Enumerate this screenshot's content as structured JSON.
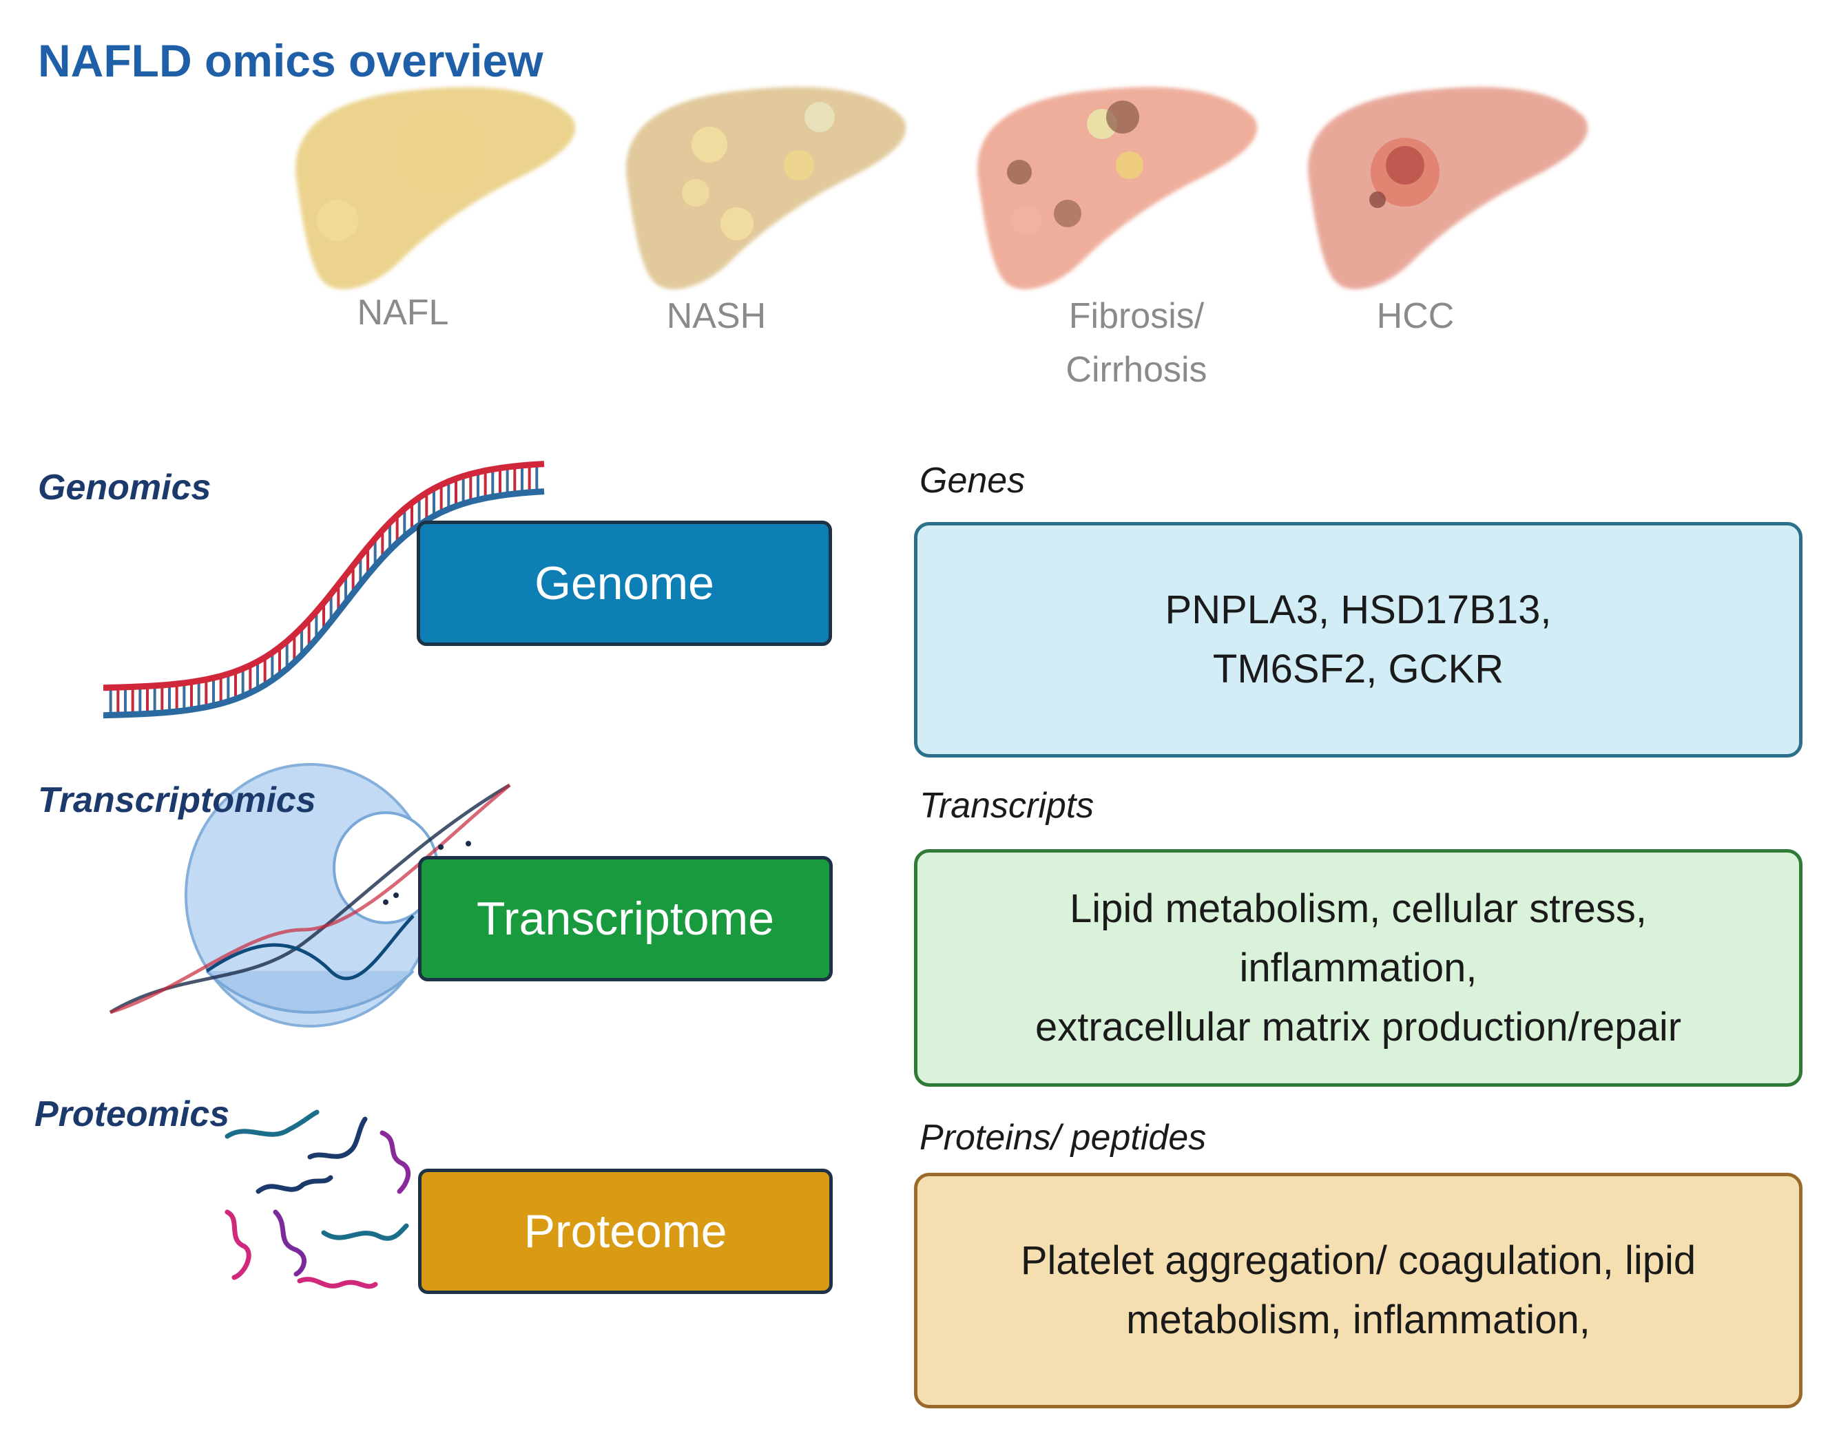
{
  "title": "NAFLD omics overview",
  "stages": [
    {
      "label": "NAFL",
      "color": "#e8cc7a"
    },
    {
      "label": "NASH",
      "color": "#dcc08a"
    },
    {
      "label": "Fibrosis/\nCirrhosis",
      "color": "#eca08a"
    },
    {
      "label": "HCC",
      "color": "#e49a88"
    }
  ],
  "rows": [
    {
      "omics": "Genomics",
      "ome": "Genome",
      "ome_color": "#0e7fb4",
      "category": "Genes",
      "details": "PNPLA3, HSD17B13,\nTM6SF2, GCKR",
      "box_fill": "#d2edf5",
      "box_border": "#2c6f8a",
      "icon": "dna-double-helix-icon"
    },
    {
      "omics": "Transcriptomics",
      "ome": "Transcriptome",
      "ome_color": "#1a9a3e",
      "category": "Transcripts",
      "details": "Lipid metabolism, cellular stress,\ninflammation,\nextracellular matrix production/repair",
      "box_fill": "#d9f2d9",
      "box_border": "#2e7a36",
      "icon": "ribosome-mrna-icon"
    },
    {
      "omics": "Proteomics",
      "ome": "Proteome",
      "ome_color": "#d99a14",
      "category": "Proteins/ peptides",
      "details": "Platelet aggregation/ coagulation, lipid\nmetabolism, inflammation,",
      "box_fill": "#f5deaf",
      "box_border": "#9a6a2a",
      "icon": "peptide-strands-icon"
    }
  ]
}
